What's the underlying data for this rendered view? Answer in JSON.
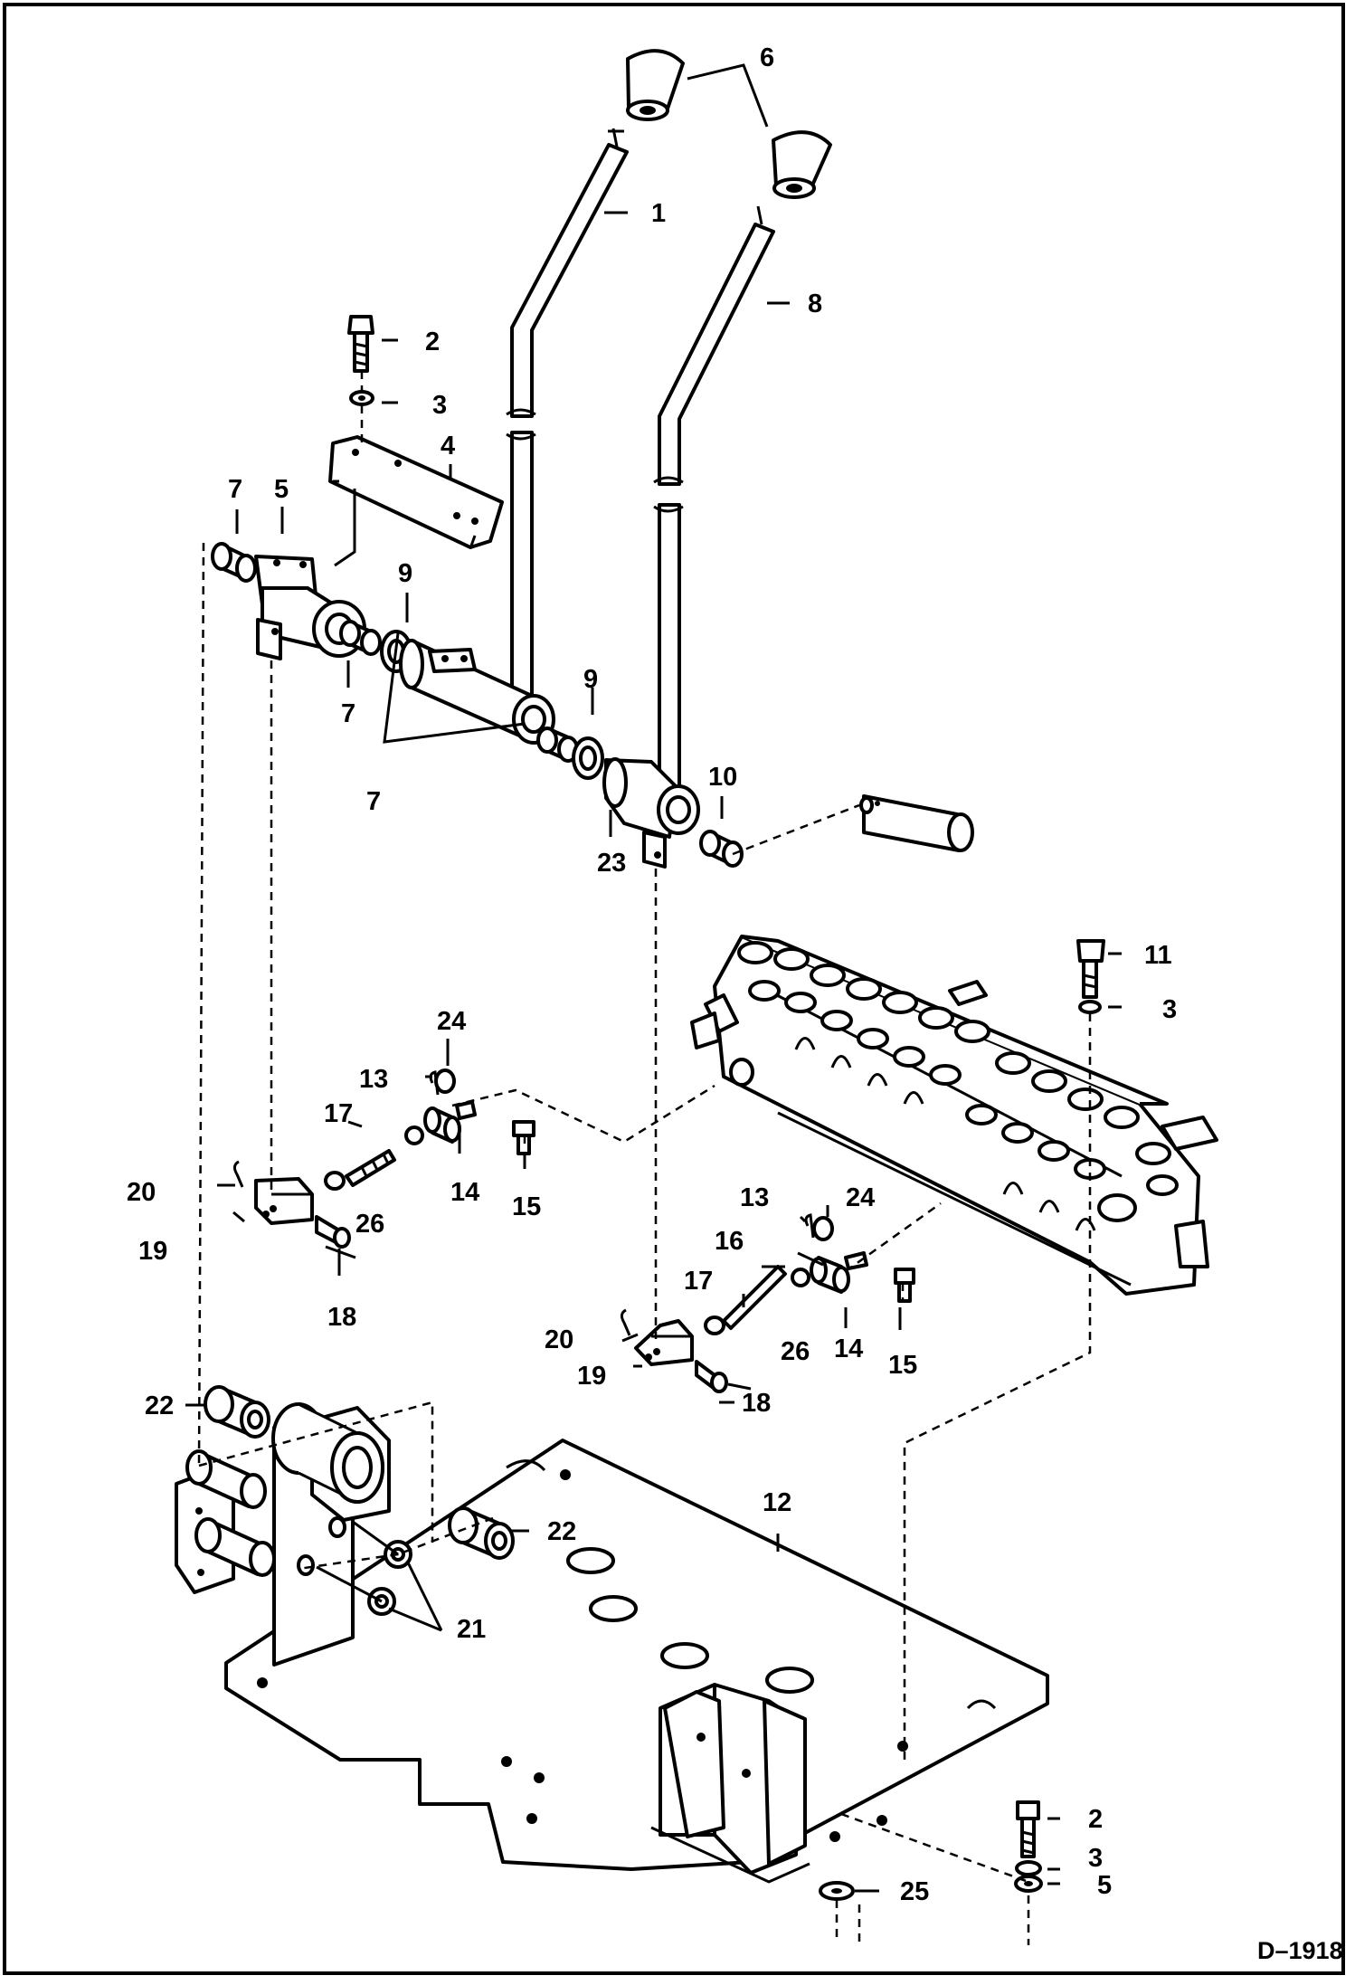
{
  "drawing_code": "D–1918",
  "callouts": {
    "c1": "1",
    "c2": "2",
    "c3": "3",
    "c4": "4",
    "c5": "5",
    "c6": "6",
    "c7": "7",
    "c8": "8",
    "c9": "9",
    "c10": "10",
    "c11": "11",
    "c12": "12",
    "c13": "13",
    "c14": "14",
    "c15": "15",
    "c16": "16",
    "c17": "17",
    "c18": "18",
    "c19": "19",
    "c20": "20",
    "c21": "21",
    "c22": "22",
    "c23": "23",
    "c24": "24",
    "c25": "25",
    "c26": "26"
  }
}
